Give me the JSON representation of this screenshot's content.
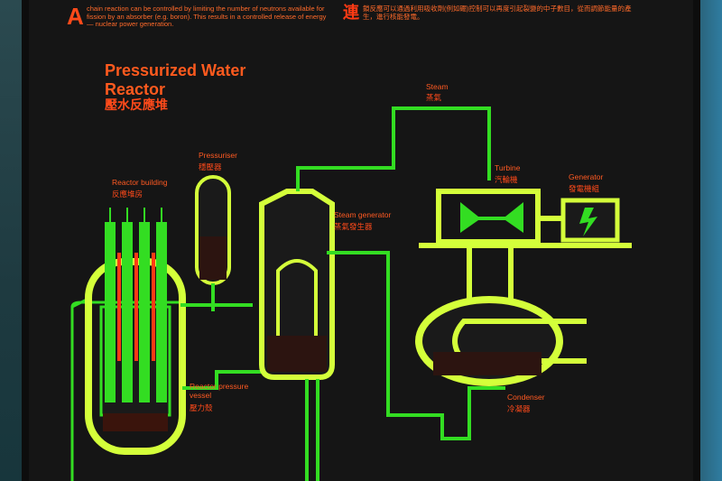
{
  "intro": {
    "cap": "A",
    "text": "chain reaction can be controlled by limiting the number of neutrons available for fission by an absorber (e.g. boron). This results in a controlled release of energy — nuclear power generation.",
    "zh_cap": "連",
    "zh_text": "鎖反應可以通過利用吸收劑(例如硼)控制可以再度引起裂變的中子數目，從而調節能量的產生，進行核能發電。"
  },
  "title": {
    "en": "Pressurized Water Reactor",
    "zh": "壓水反應堆"
  },
  "labels": {
    "reactor_building": "Reactor building",
    "reactor_building_zh": "反應堆房",
    "pressuriser": "Pressuriser",
    "pressuriser_zh": "穩壓器",
    "steam": "Steam",
    "steam_zh": "蒸氣",
    "steam_generator": "Steam generator",
    "steam_generator_zh": "蒸氣發生器",
    "turbine": "Turbine",
    "turbine_zh": "汽輪機",
    "generator": "Generator",
    "generator_zh": "發電機組",
    "pressure_vessel": "Reactor pressure vessel",
    "pressure_vessel_zh": "壓力殼",
    "condenser": "Condenser",
    "condenser_zh": "冷凝器"
  },
  "colors": {
    "text": "#ff5a22",
    "primary_loop": "#33dd22",
    "secondary_loop": "#d4ff3a",
    "hot": "#ff3a14",
    "board": "#151515"
  }
}
